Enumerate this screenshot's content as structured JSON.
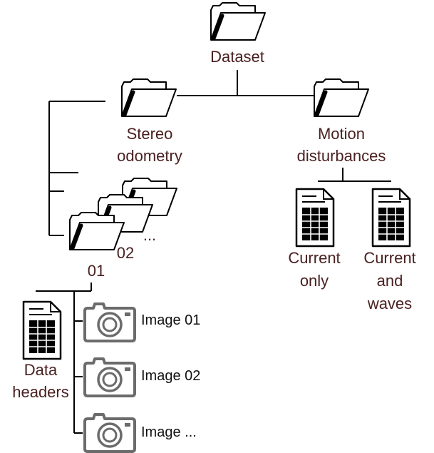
{
  "root": {
    "label": "Dataset"
  },
  "branches": {
    "stereo": {
      "line1": "Stereo",
      "line2": "odometry"
    },
    "motion": {
      "line1": "Motion",
      "line2": "disturbances"
    }
  },
  "sequences": {
    "first": "01",
    "second": "02",
    "more": "..."
  },
  "motion_files": {
    "current_only": {
      "line1": "Current",
      "line2": "only"
    },
    "current_waves": {
      "line1": "Current",
      "line2": "and",
      "line3": "waves"
    }
  },
  "sequence_contents": {
    "data_headers": {
      "line1": "Data",
      "line2": "headers"
    },
    "images": [
      "Image 01",
      "Image 02",
      "Image ..."
    ]
  },
  "colors": {
    "label_text": "#4a2020",
    "camera_gray": "#6b6b6b",
    "line": "#000000"
  },
  "icons": [
    "folder-icon",
    "spreadsheet-icon",
    "camera-icon"
  ]
}
